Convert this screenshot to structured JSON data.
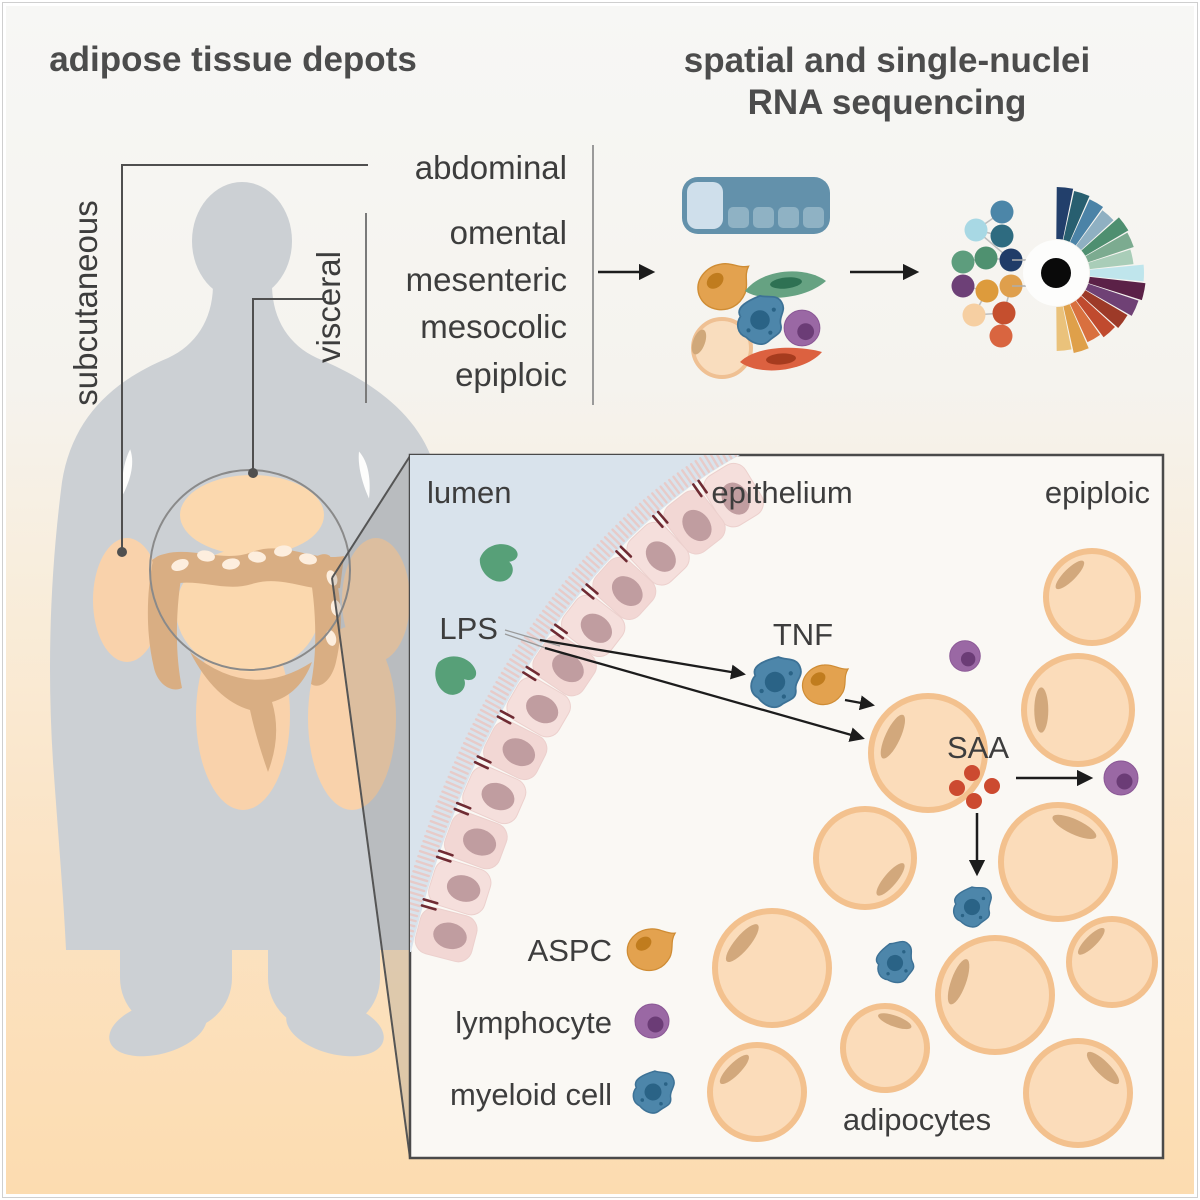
{
  "titles": {
    "left": "adipose tissue depots",
    "right_line1": "spatial and single-nuclei",
    "right_line2": "RNA sequencing"
  },
  "depots": {
    "subcutaneous": "subcutaneous",
    "visceral": "visceral",
    "abdominal": "abdominal",
    "omental": "omental",
    "mesenteric": "mesenteric",
    "mesocolic": "mesocolic",
    "epiploic": "epiploic"
  },
  "panel": {
    "regions": {
      "lumen": "lumen",
      "epithelium": "epithelium",
      "epiploic": "epiploic"
    },
    "molecules": {
      "lps": "LPS",
      "tnf": "TNF",
      "saa": "SAA"
    },
    "legend": [
      {
        "label": "ASPC",
        "icon": "aspc-cell",
        "color": "#e3a24f"
      },
      {
        "label": "lymphocyte",
        "icon": "lymphocyte-cell",
        "color": "#9a68a4"
      },
      {
        "label": "myeloid cell",
        "icon": "myeloid-cell",
        "color": "#4d86aa"
      }
    ],
    "adipocytes_label": "adipocytes"
  },
  "palette": {
    "background_top": "#f7f7f5",
    "background_bottom": "#fcdcb0",
    "body_silhouette": "#ccd0d4",
    "subcutaneous_fat": "#f9d2ab",
    "visceral_fat": "#fbd8ae",
    "colon": "#d9ae83",
    "adipocyte_fill": "#fbdcba",
    "adipocyte_rim": "#f3c18e",
    "adipocyte_nucleus": "#d2a87c",
    "lumen_fill": "#d9e3ec",
    "epithelium_cell": "#f4dedb",
    "epithelium_nucleus": "#c09da0",
    "tight_junction": "#6f2b33",
    "bacteria_green": "#57a078",
    "myeloid_blue": "#4d86aa",
    "aspc_orange": "#e3a24f",
    "lymphocyte_purple": "#9a68a4",
    "saa_dot_red": "#cc4a30",
    "arrow_black": "#1c1c1c",
    "chip_blue": "#6391ab",
    "chip_capture_light": "#cfdfeb",
    "chip_square": "#8fb2c4",
    "text_dark": "#3d3d3d"
  },
  "fan_wedge_colors": [
    "#223f6b",
    "#285f70",
    "#4b83a7",
    "#8fb0c2",
    "#4e8f70",
    "#7cab90",
    "#a9cdb8",
    "#bfe5ec",
    "#5b2147",
    "#6f4175",
    "#9d3a28",
    "#c04a2e",
    "#d9703f",
    "#dfa04a",
    "#eac27b"
  ],
  "network_node_colors": [
    "#4c86a8",
    "#a8d8e4",
    "#2e6b80",
    "#5d9d7d",
    "#4f9170",
    "#203c68",
    "#6d4077",
    "#dd9b3c",
    "#df9f4c",
    "#f6cfa2",
    "#c54f2e",
    "#d96540"
  ]
}
